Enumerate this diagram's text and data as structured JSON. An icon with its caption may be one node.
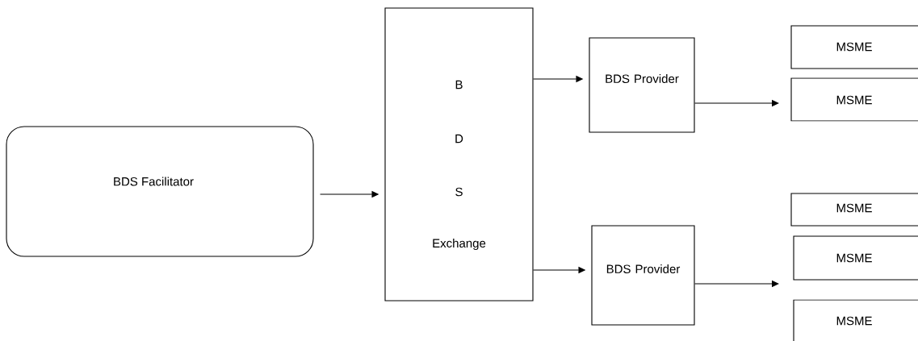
{
  "diagram": {
    "nodes": [
      {
        "text": [
          "BDS Facilitator"
        ]
      },
      {
        "text": [
          "B",
          "D",
          "S",
          "Exchange"
        ]
      },
      {
        "text": [
          "BDS Provider"
        ]
      },
      {
        "text": [
          "MSME"
        ]
      },
      {
        "text": [
          "MSME"
        ]
      },
      {
        "text": [
          "BDS Provider"
        ]
      },
      {
        "text": [
          "MSME"
        ]
      },
      {
        "text": [
          "MSME"
        ]
      },
      {
        "text": [
          "MSME"
        ]
      }
    ],
    "edges": [
      {
        "from": 0,
        "to": 1,
        "arrow": "to"
      },
      {
        "from": 1,
        "to": 2,
        "arrow": "to"
      },
      {
        "from": 1,
        "to": 5,
        "arrow": "to"
      },
      {
        "from": 2,
        "to": null,
        "arrow": "to"
      },
      {
        "from": 5,
        "to": null,
        "arrow": "to"
      }
    ]
  }
}
